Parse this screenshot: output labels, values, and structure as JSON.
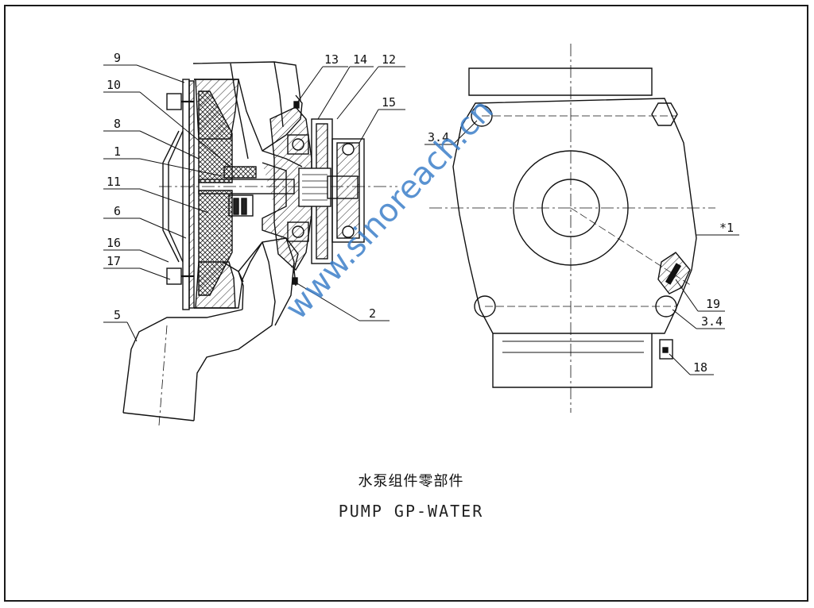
{
  "title": {
    "chinese": "水泵组件零部件",
    "english": "PUMP GP-WATER"
  },
  "watermark": "www.sinoreach.cn",
  "part_labels": {
    "p9": "9",
    "p10": "10",
    "p8": "8",
    "p1": "1",
    "p11": "11",
    "p6": "6",
    "p16": "16",
    "p17": "17",
    "p5": "5",
    "p13": "13",
    "p14": "14",
    "p12": "12",
    "p15": "15",
    "p2": "2",
    "p34a": "3.4",
    "p34b": "3.4",
    "p1star": "*1",
    "p19": "19",
    "p18": "18"
  },
  "colors": {
    "line": "#111111",
    "watermark": "#3d7fc9"
  }
}
